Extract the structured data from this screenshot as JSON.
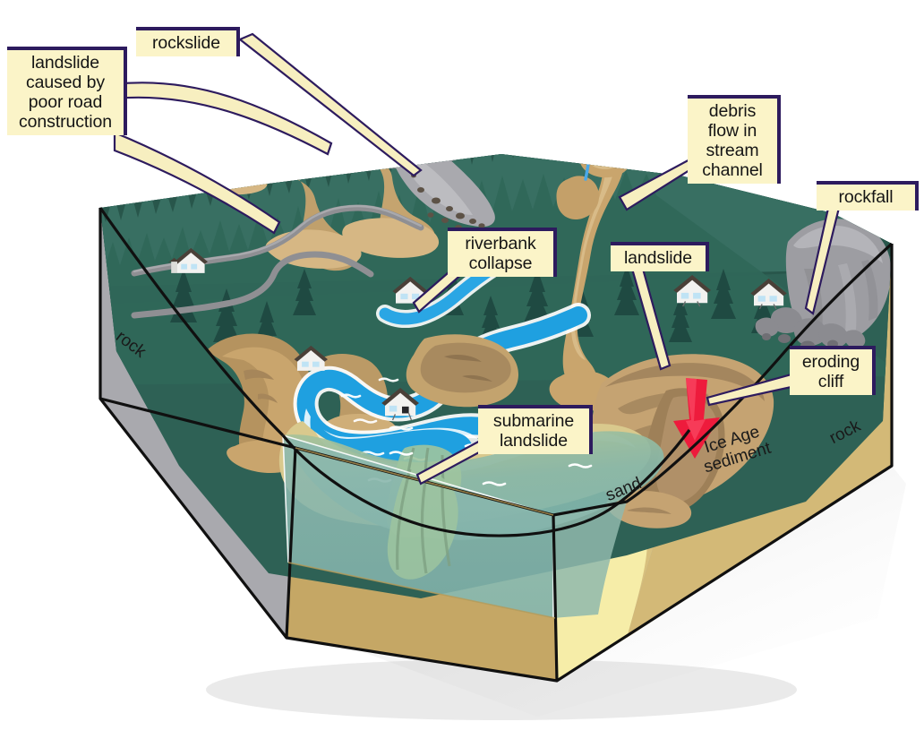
{
  "diagram": {
    "title": "Block diagram of mass wasting / landslide processes in a coastal river valley",
    "background_color": "#ffffff",
    "label_box": {
      "fill": "#fbf4c8",
      "border": "#2d1b5e",
      "text_color": "#151515"
    },
    "leader_line": {
      "fill": "#f7efc0",
      "stroke": "#2d1b5e"
    },
    "palette": {
      "forest_dark": "#1f4a42",
      "forest_mid": "#2f6355",
      "forest_light": "#4a7f6c",
      "rock_gray": "#a8a8ad",
      "rock_gray_dark": "#8b8b90",
      "slide_tan": "#c9a56d",
      "slide_tan_light": "#dcc18f",
      "slide_brown": "#a4865e",
      "river_blue": "#1fa0e0",
      "river_blue_light": "#53bdf0",
      "sea_green": "#8fb79a",
      "sea_teal": "#7fb4ac",
      "ice_age_sediment": "#d8c07e",
      "sand": "#f6eda8",
      "basement_rock": "#a8a8ad",
      "arrow_red": "#ee1b3c",
      "outline_black": "#101010",
      "house_wall": "#f2f2f0",
      "house_roof": "#4a4038",
      "house_window": "#bfe3f5"
    },
    "labels": [
      {
        "id": "rockslide",
        "text": "rockslide"
      },
      {
        "id": "landslide-poor-road",
        "text": "landslide\ncaused by\npoor road\nconstruction"
      },
      {
        "id": "debris-flow",
        "text": "debris\nflow in\nstream\nchannel"
      },
      {
        "id": "rockfall",
        "text": "rockfall"
      },
      {
        "id": "riverbank-collapse",
        "text": "riverbank\ncollapse"
      },
      {
        "id": "landslide",
        "text": "landslide"
      },
      {
        "id": "eroding-cliff",
        "text": "eroding\ncliff"
      },
      {
        "id": "submarine-landslide",
        "text": "submarine\nlandslide"
      }
    ],
    "terrain_labels": [
      {
        "id": "rock-left",
        "text": "rock"
      },
      {
        "id": "rock-right",
        "text": "rock"
      },
      {
        "id": "ice-age-sediment",
        "text": "Ice Age\nsediment"
      },
      {
        "id": "sand",
        "text": "sand"
      }
    ]
  }
}
